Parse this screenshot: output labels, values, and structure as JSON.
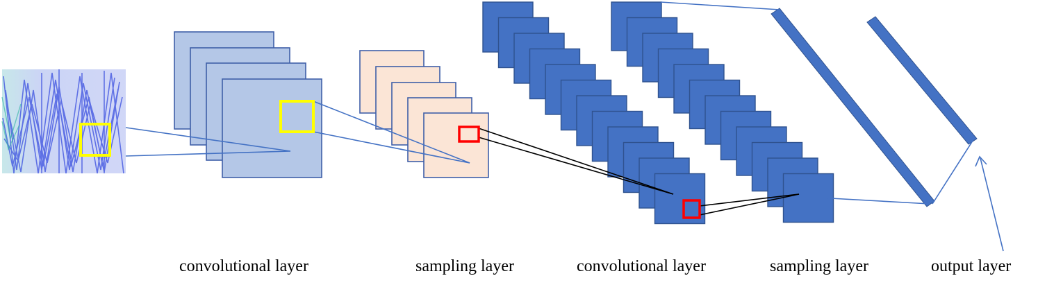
{
  "labels": {
    "conv1": "convolutional layer",
    "pool1": "sampling layer",
    "conv2": "convolutional layer",
    "pool2": "sampling layer",
    "output": "output layer"
  },
  "colors": {
    "conv1_fill": "#B4C7E7",
    "conv1_stroke": "#3F5FA8",
    "pool1_fill": "#FBE5D6",
    "pool1_stroke": "#3F5FA8",
    "deep_fill": "#4472C4",
    "deep_stroke": "#2F528F",
    "connector": "#4472C4",
    "kernel_yellow": "#FFFF00",
    "kernel_red": "#FF0000",
    "black_line": "#000000"
  }
}
